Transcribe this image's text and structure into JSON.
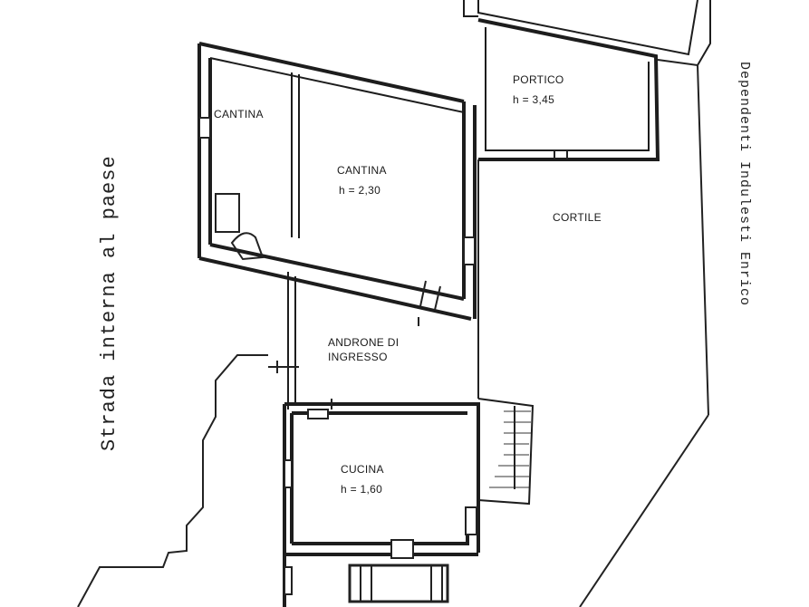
{
  "plan": {
    "street_label": "Strada interna al paese",
    "neighbor_label": "Dependenti Indulesti Enrico",
    "rooms": [
      {
        "id": "cantina-small",
        "name": "CANTINA",
        "height": ""
      },
      {
        "id": "cantina-main",
        "name": "CANTINA",
        "height": "h = 2,30"
      },
      {
        "id": "portico",
        "name": "PORTICO",
        "height": "h = 3,45"
      },
      {
        "id": "cortile",
        "name": "CORTILE",
        "height": ""
      },
      {
        "id": "androne",
        "name": "ANDRONE DI",
        "height": "INGRESSO"
      },
      {
        "id": "cucina",
        "name": "CUCINA",
        "height": "h = 1,60"
      }
    ]
  }
}
